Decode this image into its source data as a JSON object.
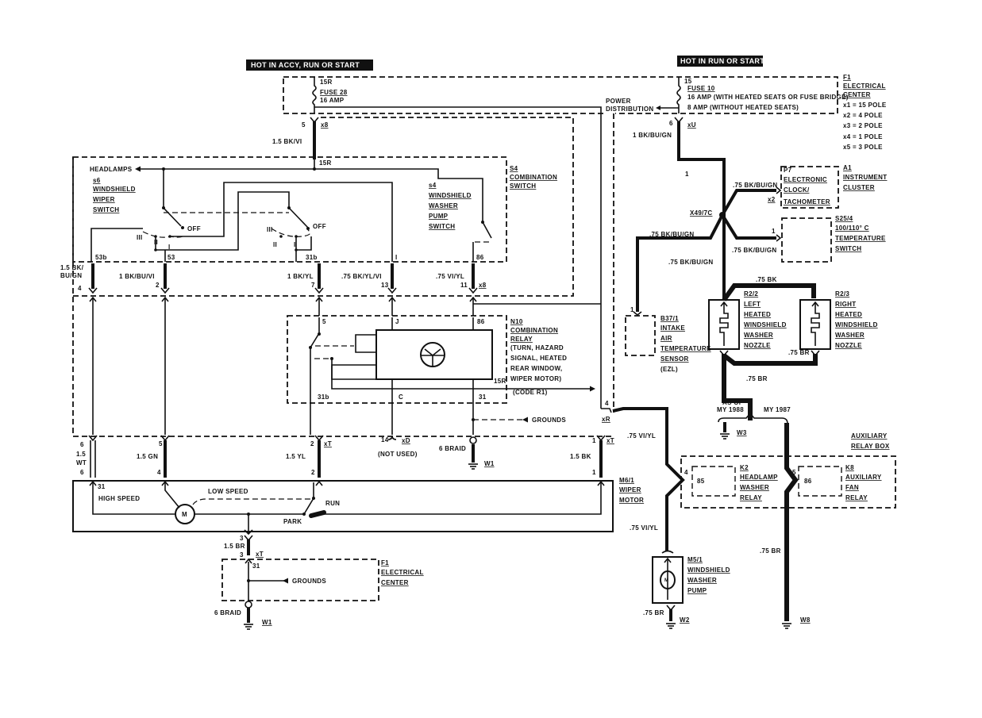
{
  "power": {
    "accy": "HOT IN ACCY, RUN OR START",
    "run": "HOT IN RUN OR START"
  },
  "fuse28": {
    "pin": "15R",
    "name": "FUSE 28",
    "rating": "16 AMP",
    "connector_pin": "5",
    "connector": "x8",
    "wire": "1.5 BK/VI",
    "switch_pin": "15R"
  },
  "fuse10": {
    "pin": "15",
    "name": "FUSE 10",
    "rating1": "16 AMP (WITH HEATED SEATS OR FUSE BRIDGE)",
    "rating2": "8 AMP (WITHOUT HEATED SEATS)",
    "power1": "POWER",
    "power2": "DISTRIBUTION",
    "connector_pin": "6",
    "connector": "xU",
    "wire": "1 BK/BU/GN",
    "wire_num": "1"
  },
  "f1_top": {
    "id": "F1",
    "name1": "ELECTRICAL",
    "name2": "CENTER",
    "poles": [
      "x1 = 15 POLE",
      "x2 = 4 POLE",
      "x3 = 2 POLE",
      "x4 = 1 POLE",
      "x5 = 3 POLE"
    ]
  },
  "s4": {
    "id": "S4",
    "name1": "COMBINATION",
    "name2": "SWITCH",
    "headlamps": "HEADLAMPS",
    "wiper": {
      "id": "s6",
      "l1": "WINDSHIELD",
      "l2": "WIPER",
      "l3": "SWITCH",
      "pos": [
        "III",
        "II",
        "I",
        "OFF"
      ]
    },
    "wiper2": {
      "pos": [
        "III",
        "II",
        "I",
        "OFF"
      ]
    },
    "washer": {
      "id": "s4",
      "l1": "WINDSHIELD",
      "l2": "WASHER",
      "l3": "PUMP",
      "l4": "SWITCH"
    },
    "pins": [
      "53b",
      "53",
      "31b",
      "I",
      "86"
    ]
  },
  "x8_wires": [
    {
      "wire1": "1.5 BK/",
      "wire2": "BU/GN",
      "pin": "4"
    },
    {
      "wire": "1 BK/BU/VI",
      "pin": "2"
    },
    {
      "wire": "1 BK/YL",
      "pin": "7"
    },
    {
      "wire": ".75 BK/YL/VI",
      "pin": "13"
    },
    {
      "wire": ".75 VI/YL",
      "pin": "11",
      "connector": "x8"
    }
  ],
  "n10": {
    "id": "N10",
    "l1": "COMBINATION",
    "l2": "RELAY",
    "l3": "(TURN, HAZARD",
    "l4": "SIGNAL, HEATED",
    "l5": "REAR WINDOW,",
    "l6": "WIPER MOTOR)",
    "code": "(CODE R1)",
    "pins_top": [
      "5",
      "J",
      "86"
    ],
    "pins_bottom": [
      "31b",
      "C",
      "31"
    ],
    "pin_15r": "15R",
    "grounds": "GROUNDS"
  },
  "xt_wires": [
    {
      "pin_top": "6",
      "wire1": "1.5",
      "wire2": "WT",
      "pin_bottom": "6",
      "motor_pin": "31"
    },
    {
      "pin_top": "5",
      "wire": "1.5 GN",
      "pin_bottom": "4"
    },
    {
      "pin_top": "2",
      "wire": "1.5 YL",
      "pin_bottom": "2",
      "connector": "xT"
    },
    {
      "pin_top": "1",
      "wire": "1.5 BK",
      "pin_bottom": "1",
      "connector": "xT"
    }
  ],
  "xd": {
    "pin": "14",
    "connector": "xD",
    "note": "(NOT USED)"
  },
  "ground1": {
    "wire": "6 BRAID",
    "id": "W1"
  },
  "m6": {
    "id": "M6/1",
    "l1": "WIPER",
    "l2": "MOTOR",
    "high": "HIGH SPEED",
    "low": "LOW SPEED",
    "run": "RUN",
    "park": "PARK",
    "motor": "M"
  },
  "m6_ground": {
    "pin_top": "3",
    "wire": "1.5 BR",
    "pin_bottom": "3",
    "connector": "xT",
    "pin": "31",
    "grounds": "GROUNDS",
    "braid": "6 BRAID",
    "ground": "W1"
  },
  "f1_bottom": {
    "id": "F1",
    "l1": "ELECTRICAL",
    "l2": "CENTER"
  },
  "splice": {
    "id": "X49/7C"
  },
  "a1": {
    "p7": "P7",
    "l1": "ELECTRONIC",
    "l2": "CLOCK/",
    "l3": "TACHOMETER",
    "conn": "x2",
    "id": "A1",
    "n1": "INSTRUMENT",
    "n2": "CLUSTER",
    "wire": ".75 BK/BU/GN"
  },
  "s25": {
    "id": "S25/4",
    "l1": "100/110° C",
    "l2": "TEMPERATURE",
    "l3": "SWITCH",
    "pin": "1",
    "wire": ".75 BK/BU/GN"
  },
  "b37": {
    "id": "B37/1",
    "l1": "INTAKE",
    "l2": "AIR",
    "l3": "TEMPERATURE",
    "l4": "SENSOR",
    "l5": "(EZL)",
    "pin": "1",
    "wire": ".75 BK/BU/GN"
  },
  "center_wire": ".75 BK/BU/GN",
  "r22": {
    "id": "R2/2",
    "l1": "LEFT",
    "l2": "HEATED",
    "l3": "WINDSHIELD",
    "l4": "WASHER",
    "l5": "NOZZLE"
  },
  "r23": {
    "id": "R2/3",
    "l1": "RIGHT",
    "l2": "HEATED",
    "l3": "WINDSHIELD",
    "l4": "WASHER",
    "l5": "NOZZLE"
  },
  "nozzle_wires": {
    "top": ".75 BK",
    "bottom": ".75 BR",
    "down": ".75 BR",
    "as_of1": "AS OF",
    "as_of2": "MY 1988",
    "my1987": "MY 1987",
    "w3": "W3"
  },
  "xr": {
    "pin": "4",
    "connector": "xR",
    "wire": ".75 VI/YL"
  },
  "aux": {
    "l1": "AUXILIARY",
    "l2": "RELAY BOX",
    "k2": {
      "id": "K2",
      "l1": "HEADLAMP",
      "l2": "WASHER",
      "l3": "RELAY",
      "pin": "4",
      "inner": "85"
    },
    "k8": {
      "id": "K8",
      "l1": "AUXILIARY",
      "l2": "FAN",
      "l3": "RELAY",
      "pin": "5",
      "inner": "86"
    }
  },
  "m5": {
    "id": "M5/1",
    "l1": "WINDSHIELD",
    "l2": "WASHER",
    "l3": "PUMP",
    "wire": ".75 VI/YL",
    "ground_wire": ".75 BR",
    "ground": "W2",
    "motor": "M"
  },
  "w8": {
    "wire": ".75 BR",
    "ground": "W8"
  }
}
